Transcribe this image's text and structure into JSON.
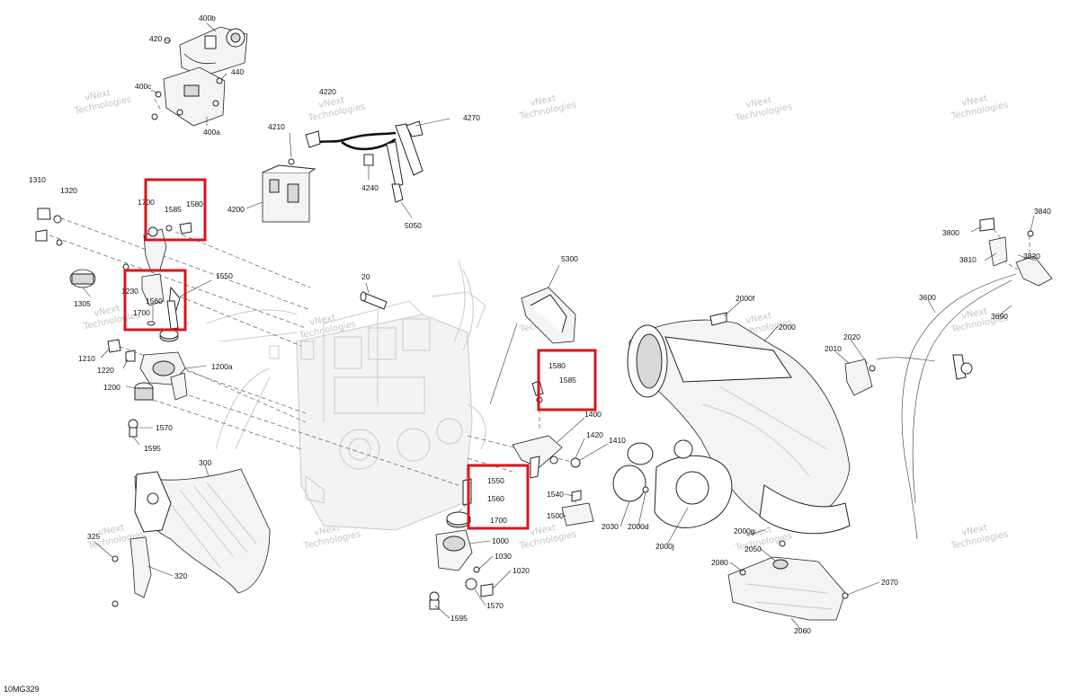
{
  "diagram_code": "10MG329",
  "watermark": {
    "line1": "vNext",
    "line2": "Technologies"
  },
  "labels": {
    "p400b": "400b",
    "p420": "420",
    "p440": "440",
    "p400c": "400c",
    "p400a": "400a",
    "p4220": "4220",
    "p4210": "4210",
    "p4270": "4270",
    "p4240": "4240",
    "p4200": "4200",
    "p5050": "5050",
    "p1310": "1310",
    "p1320": "1320",
    "p1700a": "1700",
    "p1585a": "1585",
    "p1580a": "1580",
    "p1305": "1305",
    "p1230": "1230",
    "p1560a": "1560",
    "p1550a": "1550",
    "p1700b": "1700",
    "p20": "20",
    "p1210": "1210",
    "p1220": "1220",
    "p1200a": "1200a",
    "p1200": "1200",
    "p1570a": "1570",
    "p1595a": "1595",
    "p5300": "5300",
    "p1580b": "1580",
    "p1585b": "1585",
    "p1400": "1400",
    "p1420": "1420",
    "p1410": "1410",
    "p1550b": "1550",
    "p1560b": "1560",
    "p1700c": "1700",
    "p1540": "1540",
    "p1500": "1500",
    "p1000": "1000",
    "p1030": "1030",
    "p1020": "1020",
    "p1570b": "1570",
    "p1595b": "1595",
    "p300": "300",
    "p325": "325",
    "p320": "320",
    "p2000f": "2000f",
    "p2000": "2000",
    "p2010": "2010",
    "p2020": "2020",
    "p2030": "2030",
    "p2000d": "2000d",
    "p2000j": "2000j",
    "p2000g": "2000g",
    "p2050": "2050",
    "p2080": "2080",
    "p2070": "2070",
    "p2060": "2060",
    "p3840": "3840",
    "p3800": "3800",
    "p3820": "3820",
    "p3810": "3810",
    "p3600": "3600",
    "p3690": "3690"
  }
}
